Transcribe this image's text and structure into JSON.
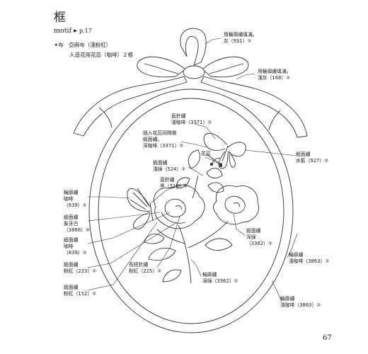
{
  "header": {
    "title": "框",
    "motif": "motif",
    "page_ref": "p.17",
    "material_line1": "✶布　亞麻布（淺粉紅）",
    "material_line2": "人造花用花蕊（咖啡）２根"
  },
  "labels": {
    "l1_a": "用輪廓繡填滿。",
    "l1_b": "灰（931）②",
    "l2_a": "用輪廓繡填滿。",
    "l2_b": "淺灰（168）②",
    "l3_a": "直針繡",
    "l3_b": "淺咖啡（3371）②",
    "l4_a": "插入花蕊同時做",
    "l4_b": "緞面繡。",
    "l4_c": "深咖啡（3371）②",
    "l5": "花蕊",
    "l6_a": "緞面繡",
    "l6_b": "水藍（927）②",
    "l7_a": "緞面繡",
    "l7_b": "淺綠（524）②",
    "l8_a": "直針繡",
    "l8_b": "黑（310）①",
    "l9_a": "輪廓繡",
    "l9_b": "咖啡",
    "l9_c": "（839）①",
    "l10_a": "緞面繡",
    "l10_b": "象牙白",
    "l10_c": "（3866）②",
    "l11_a": "緞面繡",
    "l11_b": "咖啡",
    "l11_c": "（839）②",
    "l12_a": "緞面繡",
    "l12_b": "粉紅（223）②",
    "l13_a": "長短針繡",
    "l13_b": "粉紅（225）②",
    "l14_a": "緞面繡",
    "l14_b": "粉紅（152）②",
    "l15_a": "緞面繡",
    "l15_b": "深綠",
    "l15_c": "（3362）②",
    "l16_a": "輪廓繡",
    "l16_b": "深綠（3362）②",
    "l17_a": "輪廓繡",
    "l17_b": "淺咖啡（3863）①",
    "l18_a": "輪廓繡",
    "l18_b": "淺咖啡（3863）②"
  },
  "page_number": "67"
}
